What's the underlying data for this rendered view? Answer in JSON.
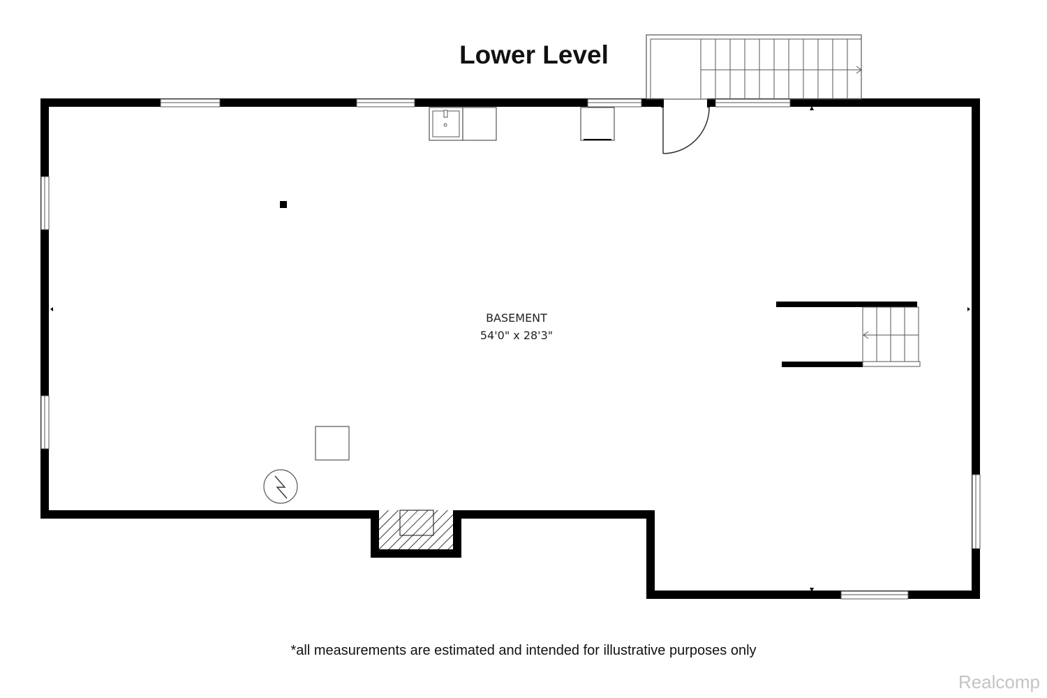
{
  "floor": {
    "title": "Lower Level"
  },
  "room": {
    "name": "BASEMENT",
    "dimensions": "54'0\" x 28'3\""
  },
  "disclaimer": "*all measurements are estimated and intended for illustrative purposes only",
  "watermark": "Realcomp",
  "colors": {
    "wall": "#000000",
    "background": "#ffffff",
    "fixture_stroke": "#555555",
    "watermark": "#c4c4c4"
  }
}
